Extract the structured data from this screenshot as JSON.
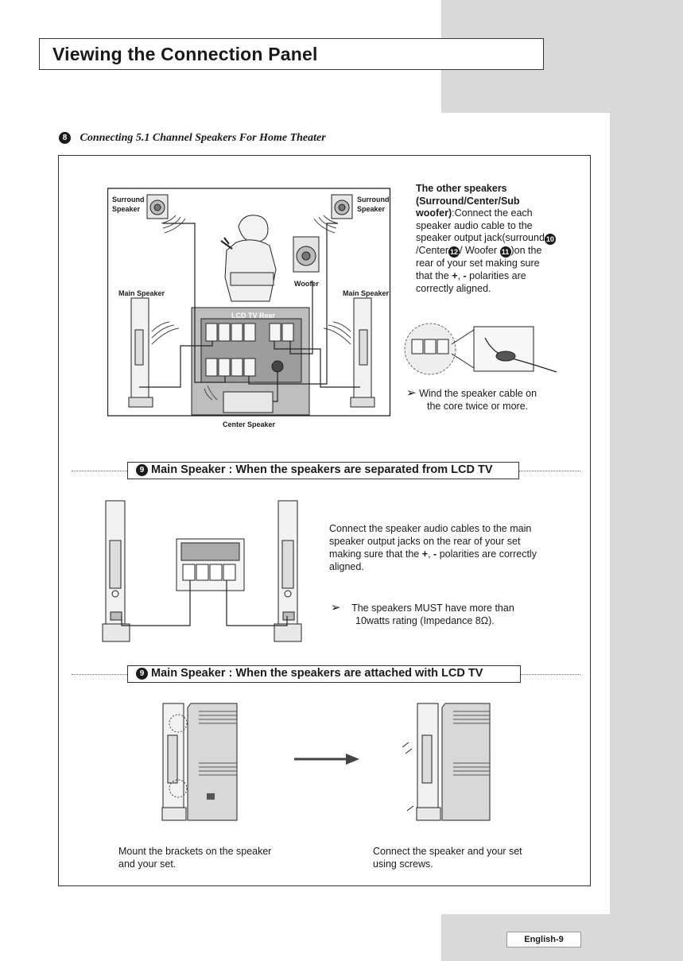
{
  "page_title": "Viewing the Connection Panel",
  "section8": {
    "number": "8",
    "heading": "Connecting 5.1 Channel Speakers For Home Theater",
    "labels": {
      "surround_left": [
        "Surround",
        "Speaker"
      ],
      "surround_right": [
        "Surround",
        "Speaker"
      ],
      "woofer": "Woofer",
      "main_left": "Main Speaker",
      "main_right": "Main Speaker",
      "lcd_rear": "LCD TV Rear",
      "center": "Center Speaker"
    },
    "description": {
      "bold_line1": "The other speakers",
      "bold_line2": "(Surround/Center/Sub",
      "bold_line3": "woofer)",
      "text_a": ":Connect the each",
      "text_b": "speaker audio cable to the",
      "text_c": "speaker output jack(surround",
      "num_surround": "10",
      "text_d": "/Center",
      "num_center": "12",
      "text_e": "/ Woofer",
      "num_woofer": "11",
      "text_f": ")on the",
      "text_g": "rear of your set making sure",
      "text_h": "that the",
      "plus": "+",
      "comma": ",",
      "minus": "-",
      "text_i": "polarities are",
      "text_j": "correctly aligned."
    },
    "note_line1": "Wind the speaker cable on",
    "note_line2": "the core twice or more."
  },
  "section9a": {
    "number": "9",
    "banner": "Main Speaker : When the speakers are separated from LCD TV",
    "para_line1": "Connect the speaker audio cables to the main",
    "para_line2": "speaker output jacks on the rear of your set",
    "para_line3a": "making sure that the",
    "plus": "+",
    "comma": ",",
    "minus": "-",
    "para_line3b": "polarities are correctly",
    "para_line4": "aligned.",
    "note_line1": "The speakers MUST have more than",
    "note_line2": "10watts rating (Impedance 8Ω)."
  },
  "section9b": {
    "number": "9",
    "banner": "Main Speaker : When the speakers are attached with LCD TV",
    "caption_left_1": "Mount the brackets on the speaker",
    "caption_left_2": "and your set.",
    "caption_right_1": "Connect the speaker and your set",
    "caption_right_2": "using screws."
  },
  "footer": "English-9"
}
